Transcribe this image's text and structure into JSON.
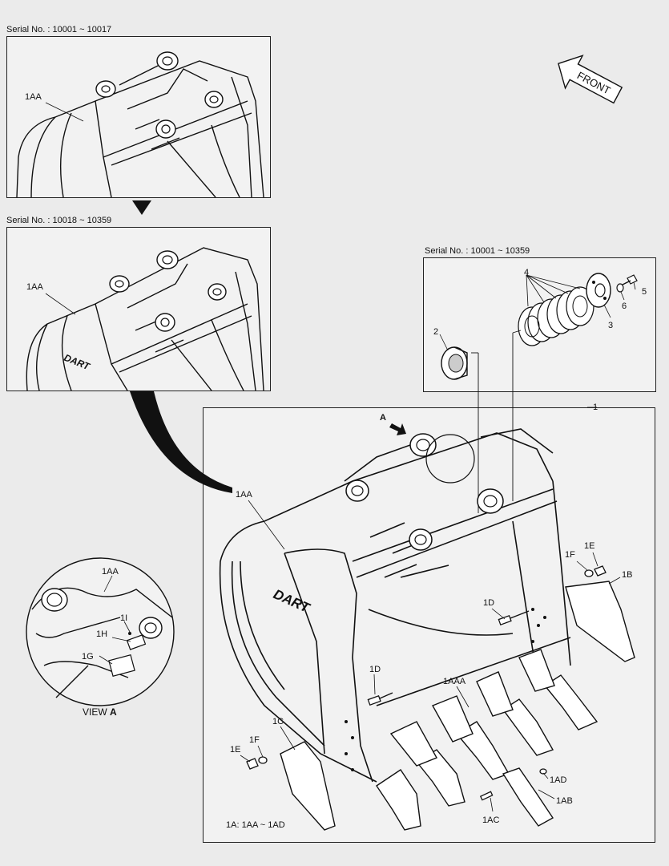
{
  "serials": {
    "top": "Serial No. : 10001 ~ 10017",
    "middle": "Serial No. : 10018 ~ 10359",
    "detail": "Serial No. : 10001 ~ 10359"
  },
  "front_label": "FRONT",
  "view": {
    "prefix": "VIEW",
    "letter": "A"
  },
  "arrow_a": "A",
  "brand_logo": "DART",
  "footnote": "1A: 1AA ~ 1AD",
  "callouts": {
    "top_1AA": "1AA",
    "mid_1AA": "1AA",
    "main_1AA": "1AA",
    "view_1AA": "1AA",
    "p1": "1",
    "p2": "2",
    "p3": "3",
    "p4": "4",
    "p5": "5",
    "p6": "6",
    "p1AAA": "1AAA",
    "p1AB": "1AB",
    "p1AC": "1AC",
    "p1AD": "1AD",
    "p1B": "1B",
    "p1C": "1C",
    "p1D_upper": "1D",
    "p1D_lower": "1D",
    "p1E_right": "1E",
    "p1E_left": "1E",
    "p1F_right": "1F",
    "p1F_left": "1F",
    "p1G": "1G",
    "p1H": "1H",
    "p1I": "1I"
  }
}
